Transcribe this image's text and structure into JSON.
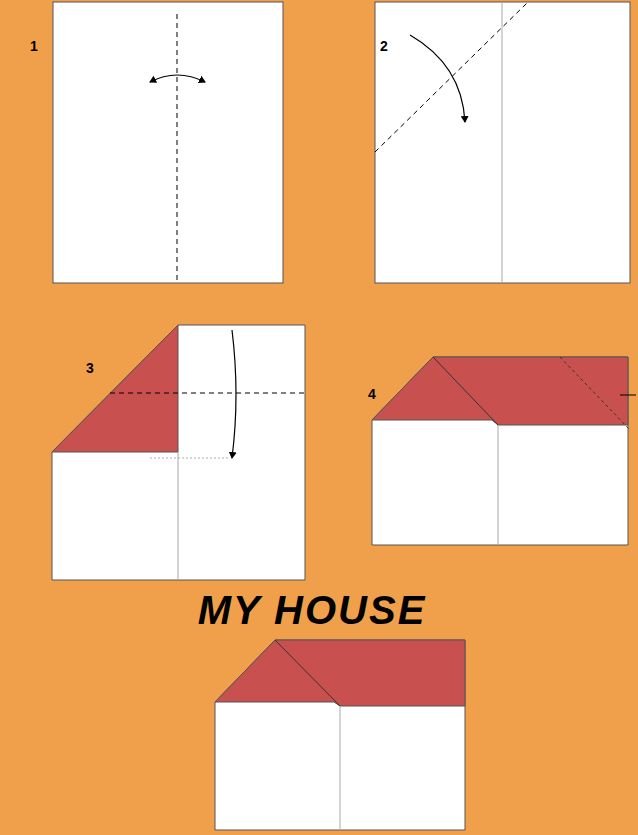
{
  "diagram": {
    "title": "MY HOUSE",
    "labels": [
      "1",
      "2",
      "3",
      "4"
    ]
  }
}
